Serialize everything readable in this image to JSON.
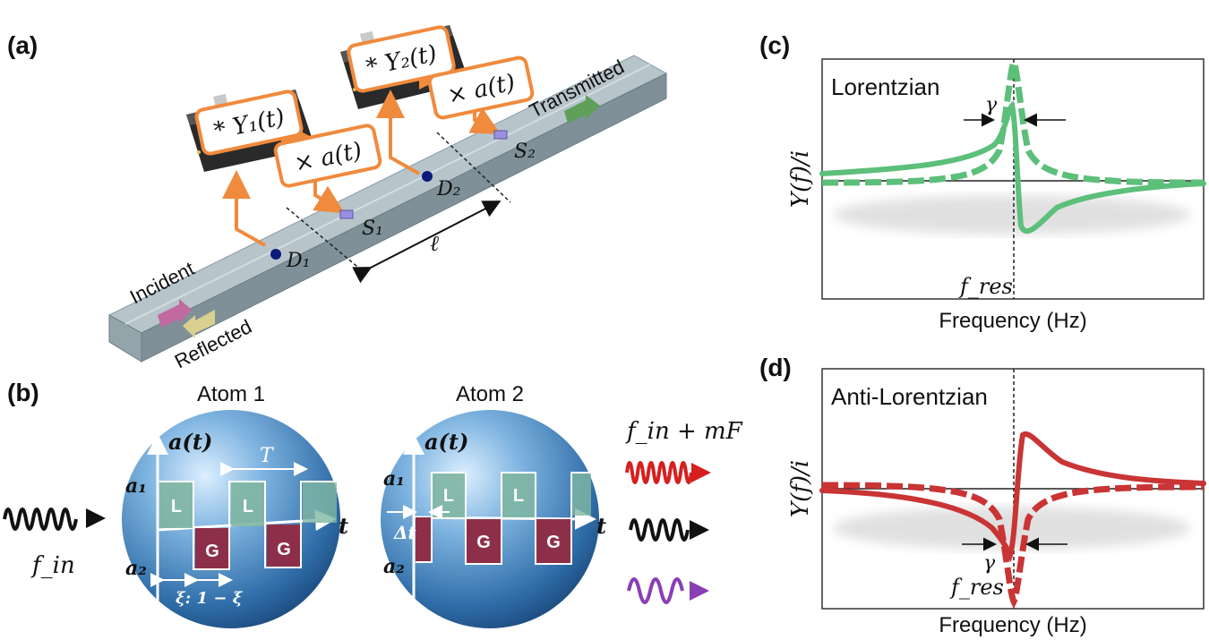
{
  "panels": {
    "a": {
      "tag": "(a)",
      "box_y1": "* Y₁(t)",
      "box_y2": "* Y₂(t)",
      "box_a1": "× a(t)",
      "box_a2": "× a(t)",
      "d1": "D₁",
      "d2": "D₂",
      "s1": "S₁",
      "s2": "S₂",
      "ell": "ℓ",
      "incident": "Incident",
      "reflected": "Reflected",
      "transmitted": "Transmitted"
    },
    "b": {
      "tag": "(b)",
      "atom1": "Atom 1",
      "atom2": "Atom 2",
      "at1": "a(t)",
      "at2": "a(t)",
      "a1_1": "a₁",
      "a2_1": "a₂",
      "a1_2": "a₁",
      "a2_2": "a₂",
      "T": "T",
      "t1": "t",
      "t2": "t",
      "dt": "Δt",
      "xi": "ξ: 1 − ξ",
      "L": "L",
      "G": "G",
      "fin": "f_in",
      "fin_mF": "f_in + mF",
      "colors": {
        "wave_red": "#d61f1f",
        "wave_black": "#111111",
        "wave_purple": "#8a3fb5",
        "L_fill": "#7fb6a2",
        "G_fill": "#8e2f4a"
      }
    },
    "c": {
      "tag": "(c)",
      "title": "Lorentzian",
      "ylabel": "Y(f)/i",
      "xlabel": "Frequency (Hz)",
      "gamma": "γ",
      "fres": "f_res",
      "color": "#5cbf7a"
    },
    "d": {
      "tag": "(d)",
      "title": "Anti-Lorentzian",
      "ylabel": "Y(f)/i",
      "xlabel": "Frequency (Hz)",
      "gamma": "γ",
      "fres": "f_res",
      "color": "#c93434"
    }
  }
}
